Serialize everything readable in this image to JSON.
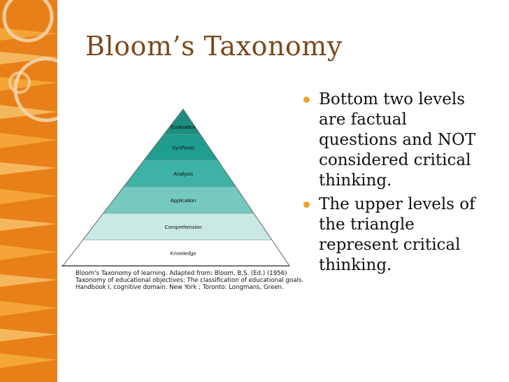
{
  "slide": {
    "title": "Bloom’s Taxonomy",
    "accent_color": "#e8801a",
    "title_color": "#7a4a1c"
  },
  "pyramid": {
    "levels": [
      {
        "label": "Evaluation",
        "color": "#1a8d80"
      },
      {
        "label": "Synthesis",
        "color": "#1f9e90"
      },
      {
        "label": "Analysis",
        "color": "#3fb2a6"
      },
      {
        "label": "Application",
        "color": "#75c9c1"
      },
      {
        "label": "Comprehension",
        "color": "#cae9e5"
      },
      {
        "label": "Knowledge",
        "color": "#ffffff"
      }
    ],
    "caption_lines": [
      "Bloom's Taxonomy of learning.  Adapted from: Bloom, B.S. (Ed.) (1956)",
      "Taxonomy of educational objectives: The classification of educational goals.",
      "Handbook I, cognitive domain. New York ; Toronto: Longmans, Green."
    ]
  },
  "bullets": [
    {
      "lines": [
        "Bottom two levels",
        "are factual",
        "questions and NOT",
        "considered critical",
        "thinking."
      ]
    },
    {
      "lines": [
        "The upper levels of",
        "the triangle",
        "represent critical",
        "thinking."
      ]
    }
  ],
  "bullet_color": "#f0a228"
}
